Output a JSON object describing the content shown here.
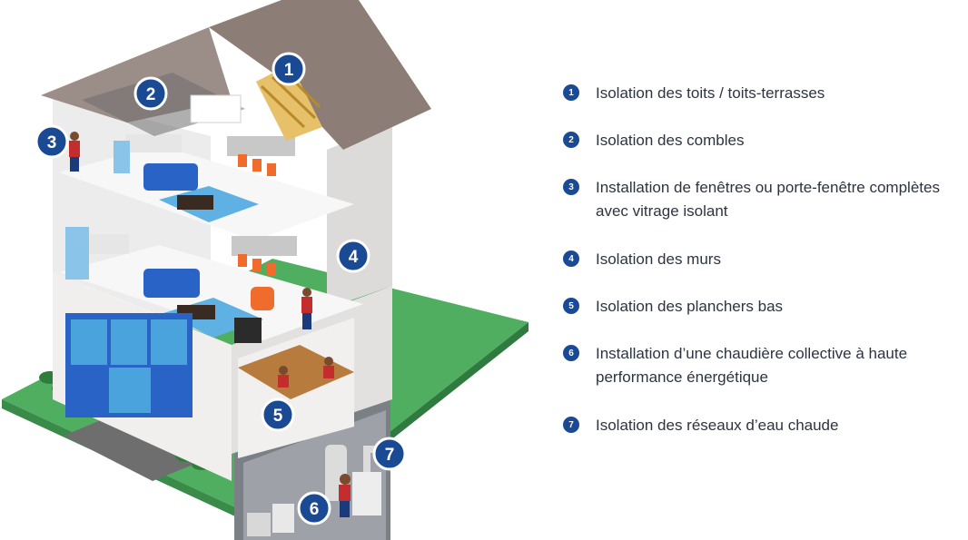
{
  "colors": {
    "badge": "#1b4a94",
    "lawn": "#4fae5f",
    "roof": "#8c7d77",
    "text": "#2d3440"
  },
  "legend": [
    {
      "number": "1",
      "label": "Isolation des toits / toits-terrasses"
    },
    {
      "number": "2",
      "label": "Isolation des combles"
    },
    {
      "number": "3",
      "label": "Installation de fenêtres ou porte-fenêtre complètes avec vitrage isolant"
    },
    {
      "number": "4",
      "label": "Isolation des murs"
    },
    {
      "number": "5",
      "label": "Isolation des planchers bas"
    },
    {
      "number": "6",
      "label": "Installation d’une chaudière collective à haute performance énergétique"
    },
    {
      "number": "7",
      "label": "Isolation des réseaux d’eau chaude"
    }
  ]
}
